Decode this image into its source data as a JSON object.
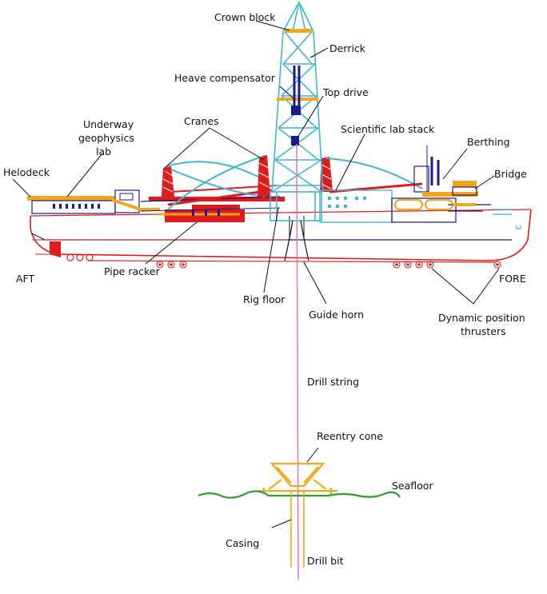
{
  "labels": {
    "crown_block": "Crown block",
    "derrick": "Derrick",
    "heave_compensator": "Heave compensator",
    "top_drive": "Top drive",
    "cranes": "Cranes",
    "underway_lab_1": "Underway",
    "underway_lab_2": "geophysics",
    "underway_lab_3": "lab",
    "scientific_lab_stack": "Scientific lab stack",
    "berthing": "Berthing",
    "bridge": "Bridge",
    "helodeck": "Helodeck",
    "aft": "AFT",
    "fore": "FORE",
    "pipe_racker": "Pipe racker",
    "rig_floor": "Rig floor",
    "guide_horn": "Guide horn",
    "dynamic_thrusters_1": "Dynamic position",
    "dynamic_thrusters_2": "thrusters",
    "drill_string": "Drill string",
    "reentry_cone": "Reentry cone",
    "seafloor": "Seafloor",
    "casing": "Casing",
    "drill_bit": "Drill bit"
  },
  "colors": {
    "hull": "#e01b1b",
    "superstructure": "#1a1a8c",
    "derrick": "#3fb6d6",
    "deck_orange": "#f2a81c",
    "drill_string": "#e86bb5",
    "seafloor": "#2aa02a"
  }
}
